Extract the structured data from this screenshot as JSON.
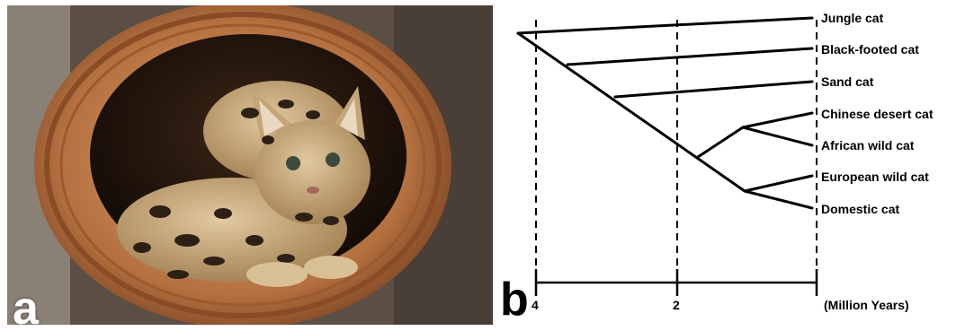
{
  "figure": {
    "panel_a": {
      "letter": "a",
      "photo": "black-footed cat inside hollow log"
    },
    "panel_b": {
      "letter": "b"
    }
  },
  "tree": {
    "taxa": [
      "Jungle cat",
      "Black-footed cat",
      "Sand cat",
      "Chinese desert cat",
      "African wild cat",
      "European wild cat",
      "Domestic cat"
    ],
    "axis_ticks": [
      "4",
      "2"
    ],
    "axis_unit": "(Million Years)"
  },
  "colors": {
    "ink": "#000000",
    "wood_light": "#c88a5a",
    "wood_dark": "#6e3a1c",
    "cavity": "#1f130c",
    "fur": "#c9a77a"
  }
}
